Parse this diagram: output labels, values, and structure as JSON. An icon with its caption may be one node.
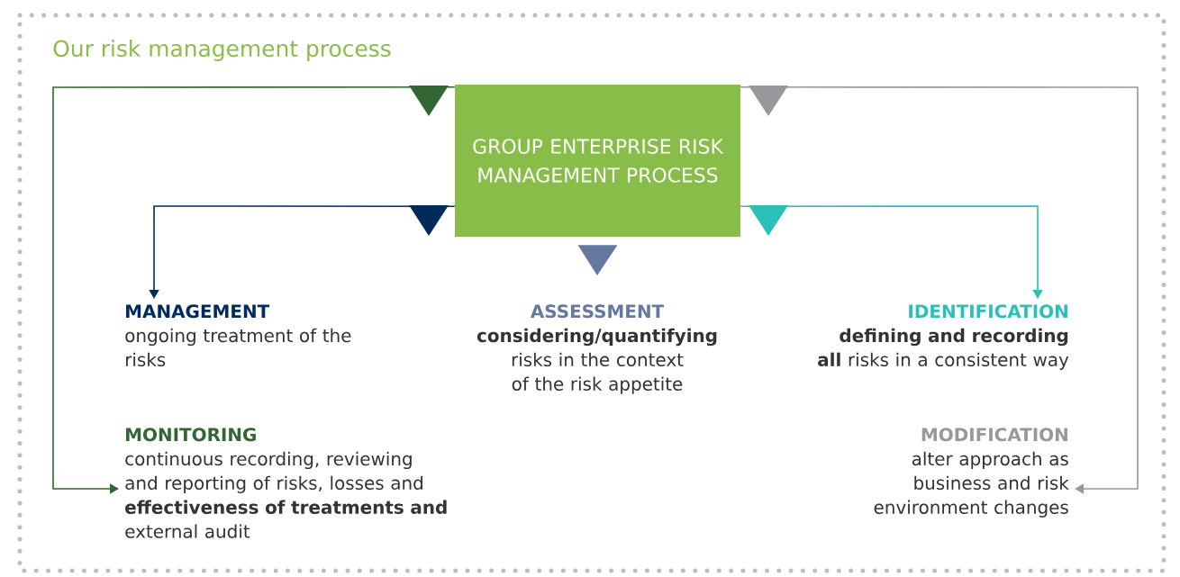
{
  "diagram": {
    "title": "Our risk management process",
    "nodes": [
      {
        "text": [
          "GROUP ENTERPRISE RISK MANAGEMENT PROCESS"
        ]
      },
      {
        "text": [
          "MANAGEMENT",
          "ongoing treatment of the risks"
        ]
      },
      {
        "text": [
          "ASSESSMENT",
          "**considering/quantifying** risks in the context of the risk appetite"
        ]
      },
      {
        "text": [
          "IDENTIFICATION",
          "**defining and recording all** risks in a consistent way"
        ]
      },
      {
        "text": [
          "MONITORING",
          "continuous recording, reviewing and reporting of risks, losses and **effectiveness of treatments and** external audit"
        ]
      },
      {
        "text": [
          "MODIFICATION",
          "alter approach as business and risk environment changes"
        ]
      }
    ],
    "edges": [
      {
        "from": 0,
        "to": 4,
        "arrow": "to",
        "color": "#336633"
      },
      {
        "from": 0,
        "to": 1,
        "arrow": "to",
        "color": "#002b5c"
      },
      {
        "from": 0,
        "to": 2,
        "arrow": "to",
        "color": "#6677a0"
      },
      {
        "from": 0,
        "to": 3,
        "arrow": "to",
        "color": "#2bbfb9"
      },
      {
        "from": 0,
        "to": 5,
        "arrow": "to",
        "color": "#97989c"
      }
    ]
  }
}
